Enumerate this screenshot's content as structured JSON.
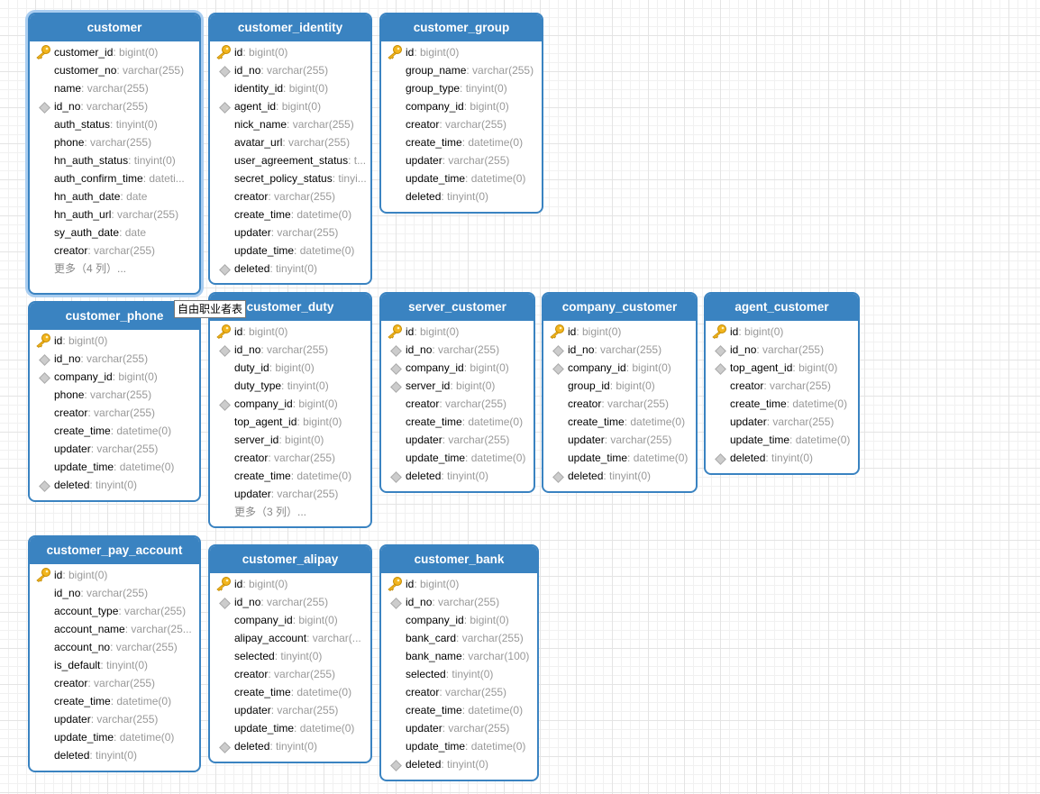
{
  "tooltip": "自由职业者表",
  "tables": [
    {
      "name": "customer",
      "selected": true,
      "columns": [
        {
          "n": "customer_id",
          "t": "bigint(0)",
          "k": "pk"
        },
        {
          "n": "customer_no",
          "t": "varchar(255)",
          "k": ""
        },
        {
          "n": "name",
          "t": "varchar(255)",
          "k": ""
        },
        {
          "n": "id_no",
          "t": "varchar(255)",
          "k": "fk"
        },
        {
          "n": "auth_status",
          "t": "tinyint(0)",
          "k": ""
        },
        {
          "n": "phone",
          "t": "varchar(255)",
          "k": ""
        },
        {
          "n": "hn_auth_status",
          "t": "tinyint(0)",
          "k": ""
        },
        {
          "n": "auth_confirm_time",
          "t": "dateti...",
          "k": ""
        },
        {
          "n": "hn_auth_date",
          "t": "date",
          "k": ""
        },
        {
          "n": "hn_auth_url",
          "t": "varchar(255)",
          "k": ""
        },
        {
          "n": "sy_auth_date",
          "t": "date",
          "k": ""
        },
        {
          "n": "creator",
          "t": "varchar(255)",
          "k": ""
        }
      ],
      "more": "更多（4 列）..."
    },
    {
      "name": "customer_identity",
      "columns": [
        {
          "n": "id",
          "t": "bigint(0)",
          "k": "pk"
        },
        {
          "n": "id_no",
          "t": "varchar(255)",
          "k": "fk"
        },
        {
          "n": "identity_id",
          "t": "bigint(0)",
          "k": ""
        },
        {
          "n": "agent_id",
          "t": "bigint(0)",
          "k": "fk"
        },
        {
          "n": "nick_name",
          "t": "varchar(255)",
          "k": ""
        },
        {
          "n": "avatar_url",
          "t": "varchar(255)",
          "k": ""
        },
        {
          "n": "user_agreement_status",
          "t": "t...",
          "k": ""
        },
        {
          "n": "secret_policy_status",
          "t": "tinyi...",
          "k": ""
        },
        {
          "n": "creator",
          "t": "varchar(255)",
          "k": ""
        },
        {
          "n": "create_time",
          "t": "datetime(0)",
          "k": ""
        },
        {
          "n": "updater",
          "t": "varchar(255)",
          "k": ""
        },
        {
          "n": "update_time",
          "t": "datetime(0)",
          "k": ""
        },
        {
          "n": "deleted",
          "t": "tinyint(0)",
          "k": "fk"
        }
      ]
    },
    {
      "name": "customer_group",
      "columns": [
        {
          "n": "id",
          "t": "bigint(0)",
          "k": "pk"
        },
        {
          "n": "group_name",
          "t": "varchar(255)",
          "k": ""
        },
        {
          "n": "group_type",
          "t": "tinyint(0)",
          "k": ""
        },
        {
          "n": "company_id",
          "t": "bigint(0)",
          "k": ""
        },
        {
          "n": "creator",
          "t": "varchar(255)",
          "k": ""
        },
        {
          "n": "create_time",
          "t": "datetime(0)",
          "k": ""
        },
        {
          "n": "updater",
          "t": "varchar(255)",
          "k": ""
        },
        {
          "n": "update_time",
          "t": "datetime(0)",
          "k": ""
        },
        {
          "n": "deleted",
          "t": "tinyint(0)",
          "k": ""
        }
      ]
    },
    {
      "name": "customer_phone",
      "columns": [
        {
          "n": "id",
          "t": "bigint(0)",
          "k": "pk"
        },
        {
          "n": "id_no",
          "t": "varchar(255)",
          "k": "fk"
        },
        {
          "n": "company_id",
          "t": "bigint(0)",
          "k": "fk"
        },
        {
          "n": "phone",
          "t": "varchar(255)",
          "k": ""
        },
        {
          "n": "creator",
          "t": "varchar(255)",
          "k": ""
        },
        {
          "n": "create_time",
          "t": "datetime(0)",
          "k": ""
        },
        {
          "n": "updater",
          "t": "varchar(255)",
          "k": ""
        },
        {
          "n": "update_time",
          "t": "datetime(0)",
          "k": ""
        },
        {
          "n": "deleted",
          "t": "tinyint(0)",
          "k": "fk"
        }
      ]
    },
    {
      "name": "customer_duty",
      "columns": [
        {
          "n": "id",
          "t": "bigint(0)",
          "k": "pk"
        },
        {
          "n": "id_no",
          "t": "varchar(255)",
          "k": "fk"
        },
        {
          "n": "duty_id",
          "t": "bigint(0)",
          "k": ""
        },
        {
          "n": "duty_type",
          "t": "tinyint(0)",
          "k": ""
        },
        {
          "n": "company_id",
          "t": "bigint(0)",
          "k": "fk"
        },
        {
          "n": "top_agent_id",
          "t": "bigint(0)",
          "k": ""
        },
        {
          "n": "server_id",
          "t": "bigint(0)",
          "k": ""
        },
        {
          "n": "creator",
          "t": "varchar(255)",
          "k": ""
        },
        {
          "n": "create_time",
          "t": "datetime(0)",
          "k": ""
        },
        {
          "n": "updater",
          "t": "varchar(255)",
          "k": ""
        }
      ],
      "more": "更多（3 列）..."
    },
    {
      "name": "server_customer",
      "columns": [
        {
          "n": "id",
          "t": "bigint(0)",
          "k": "pk"
        },
        {
          "n": "id_no",
          "t": "varchar(255)",
          "k": "fk"
        },
        {
          "n": "company_id",
          "t": "bigint(0)",
          "k": "fk"
        },
        {
          "n": "server_id",
          "t": "bigint(0)",
          "k": "fk"
        },
        {
          "n": "creator",
          "t": "varchar(255)",
          "k": ""
        },
        {
          "n": "create_time",
          "t": "datetime(0)",
          "k": ""
        },
        {
          "n": "updater",
          "t": "varchar(255)",
          "k": ""
        },
        {
          "n": "update_time",
          "t": "datetime(0)",
          "k": ""
        },
        {
          "n": "deleted",
          "t": "tinyint(0)",
          "k": "fk"
        }
      ]
    },
    {
      "name": "company_customer",
      "columns": [
        {
          "n": "id",
          "t": "bigint(0)",
          "k": "pk"
        },
        {
          "n": "id_no",
          "t": "varchar(255)",
          "k": "fk"
        },
        {
          "n": "company_id",
          "t": "bigint(0)",
          "k": "fk"
        },
        {
          "n": "group_id",
          "t": "bigint(0)",
          "k": ""
        },
        {
          "n": "creator",
          "t": "varchar(255)",
          "k": ""
        },
        {
          "n": "create_time",
          "t": "datetime(0)",
          "k": ""
        },
        {
          "n": "updater",
          "t": "varchar(255)",
          "k": ""
        },
        {
          "n": "update_time",
          "t": "datetime(0)",
          "k": ""
        },
        {
          "n": "deleted",
          "t": "tinyint(0)",
          "k": "fk"
        }
      ]
    },
    {
      "name": "agent_customer",
      "columns": [
        {
          "n": "id",
          "t": "bigint(0)",
          "k": "pk"
        },
        {
          "n": "id_no",
          "t": "varchar(255)",
          "k": "fk"
        },
        {
          "n": "top_agent_id",
          "t": "bigint(0)",
          "k": "fk"
        },
        {
          "n": "creator",
          "t": "varchar(255)",
          "k": ""
        },
        {
          "n": "create_time",
          "t": "datetime(0)",
          "k": ""
        },
        {
          "n": "updater",
          "t": "varchar(255)",
          "k": ""
        },
        {
          "n": "update_time",
          "t": "datetime(0)",
          "k": ""
        },
        {
          "n": "deleted",
          "t": "tinyint(0)",
          "k": "fk"
        }
      ]
    },
    {
      "name": "customer_pay_account",
      "columns": [
        {
          "n": "id",
          "t": "bigint(0)",
          "k": "pk"
        },
        {
          "n": "id_no",
          "t": "varchar(255)",
          "k": ""
        },
        {
          "n": "account_type",
          "t": "varchar(255)",
          "k": ""
        },
        {
          "n": "account_name",
          "t": "varchar(25...",
          "k": ""
        },
        {
          "n": "account_no",
          "t": "varchar(255)",
          "k": ""
        },
        {
          "n": "is_default",
          "t": "tinyint(0)",
          "k": ""
        },
        {
          "n": "creator",
          "t": "varchar(255)",
          "k": ""
        },
        {
          "n": "create_time",
          "t": "datetime(0)",
          "k": ""
        },
        {
          "n": "updater",
          "t": "varchar(255)",
          "k": ""
        },
        {
          "n": "update_time",
          "t": "datetime(0)",
          "k": ""
        },
        {
          "n": "deleted",
          "t": "tinyint(0)",
          "k": ""
        }
      ]
    },
    {
      "name": "customer_alipay",
      "columns": [
        {
          "n": "id",
          "t": "bigint(0)",
          "k": "pk"
        },
        {
          "n": "id_no",
          "t": "varchar(255)",
          "k": "fk"
        },
        {
          "n": "company_id",
          "t": "bigint(0)",
          "k": ""
        },
        {
          "n": "alipay_account",
          "t": "varchar(...",
          "k": ""
        },
        {
          "n": "selected",
          "t": "tinyint(0)",
          "k": ""
        },
        {
          "n": "creator",
          "t": "varchar(255)",
          "k": ""
        },
        {
          "n": "create_time",
          "t": "datetime(0)",
          "k": ""
        },
        {
          "n": "updater",
          "t": "varchar(255)",
          "k": ""
        },
        {
          "n": "update_time",
          "t": "datetime(0)",
          "k": ""
        },
        {
          "n": "deleted",
          "t": "tinyint(0)",
          "k": "fk"
        }
      ]
    },
    {
      "name": "customer_bank",
      "columns": [
        {
          "n": "id",
          "t": "bigint(0)",
          "k": "pk"
        },
        {
          "n": "id_no",
          "t": "varchar(255)",
          "k": "fk"
        },
        {
          "n": "company_id",
          "t": "bigint(0)",
          "k": ""
        },
        {
          "n": "bank_card",
          "t": "varchar(255)",
          "k": ""
        },
        {
          "n": "bank_name",
          "t": "varchar(100)",
          "k": ""
        },
        {
          "n": "selected",
          "t": "tinyint(0)",
          "k": ""
        },
        {
          "n": "creator",
          "t": "varchar(255)",
          "k": ""
        },
        {
          "n": "create_time",
          "t": "datetime(0)",
          "k": ""
        },
        {
          "n": "updater",
          "t": "varchar(255)",
          "k": ""
        },
        {
          "n": "update_time",
          "t": "datetime(0)",
          "k": ""
        },
        {
          "n": "deleted",
          "t": "tinyint(0)",
          "k": "fk"
        }
      ]
    }
  ]
}
